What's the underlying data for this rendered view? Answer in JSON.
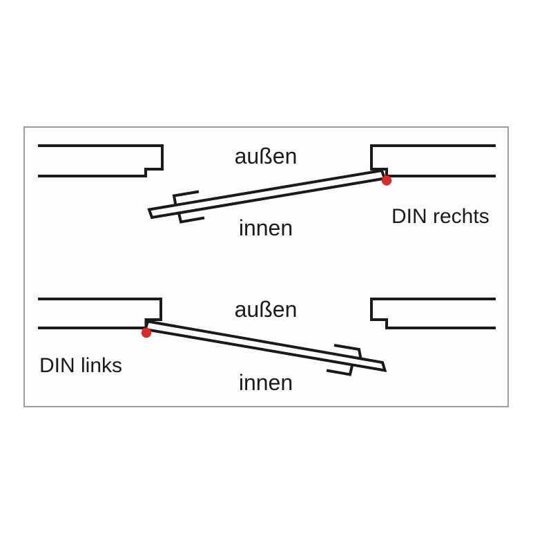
{
  "figure": {
    "type": "door-handing-diagram",
    "colors": {
      "line": "#1a1a1a",
      "hinge_dot": "#de2a26",
      "frame_border": "#9c9c9c",
      "frame_background": "#fdfdfd",
      "page_background": "#ffffff"
    },
    "sections": [
      {
        "id": "din-rechts",
        "outside_label": "außen",
        "inside_label": "innen",
        "handing_label": "DIN rechts",
        "hinge_side": "right"
      },
      {
        "id": "din-links",
        "outside_label": "außen",
        "inside_label": "innen",
        "handing_label": "DIN links",
        "hinge_side": "left"
      }
    ]
  }
}
